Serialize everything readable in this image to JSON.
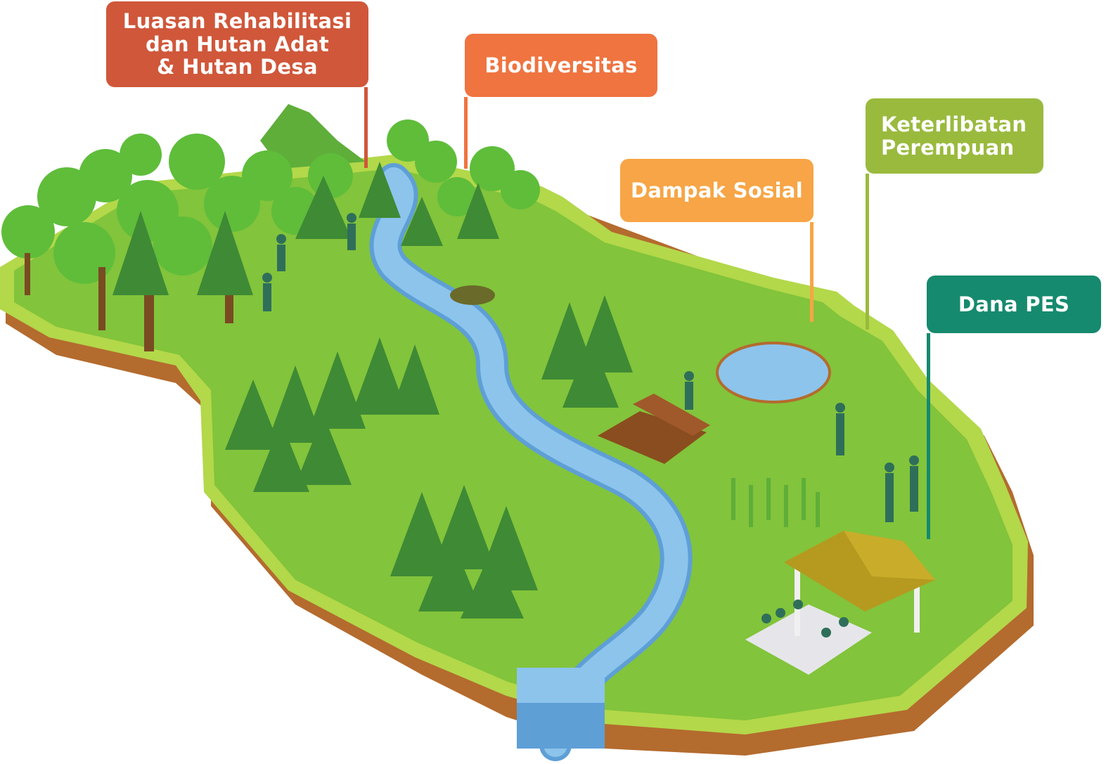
{
  "labels": {
    "rehab": {
      "text": "Luasan Rehabilitasi\ndan Hutan Adat\n& Hutan Desa",
      "color": "#d0573a"
    },
    "biodiversitas": {
      "text": "Biodiversitas",
      "color": "#ef7440"
    },
    "dampak_sosial": {
      "text": "Dampak Sosial",
      "color": "#f7a546"
    },
    "perempuan": {
      "text": "Keterlibatan\nPerempuan",
      "color": "#9aba3e"
    },
    "pes": {
      "text": "Dana PES",
      "color": "#168a6e"
    }
  },
  "colors": {
    "grass": "#82c43b",
    "grass_light": "#b3d84a",
    "soil": "#b46b2e",
    "soil_dark": "#8a4d1f",
    "river": "#8cc4ec",
    "river_dark": "#5e9fd6",
    "tree_round": "#5fbd3a",
    "tree_pine": "#3f8a35"
  }
}
